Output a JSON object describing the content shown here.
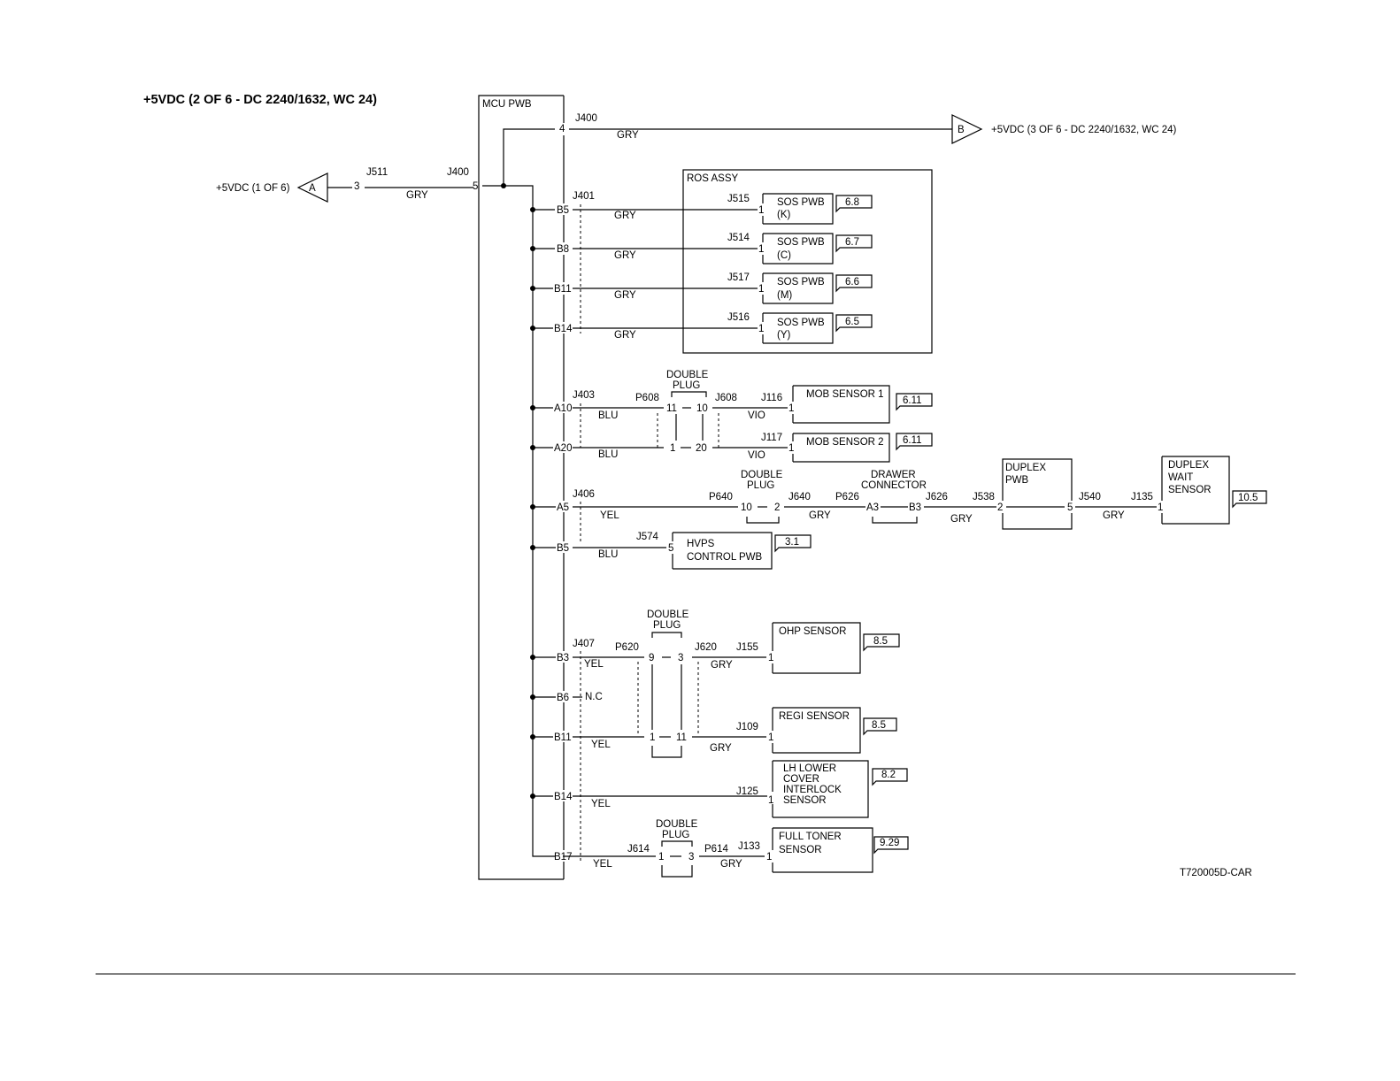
{
  "title": "+5VDC (2 OF 6 - DC 2240/1632, WC 24)",
  "figure_id": "T720005D-CAR",
  "offpage": {
    "in": {
      "letter": "A",
      "label": "+5VDC (1 OF 6)"
    },
    "out": {
      "letter": "B",
      "label": "+5VDC (3 OF 6 - DC 2240/1632, WC 24)"
    }
  },
  "mcu": {
    "label": "MCU PWB",
    "j400": "J400",
    "j400_pin4": "4",
    "j400_pin5": "5",
    "j401": "J401",
    "j403": "J403",
    "j406": "J406",
    "j407": "J407",
    "pins": {
      "b5a": "B5",
      "b8": "B8",
      "b11a": "B11",
      "b14a": "B14",
      "a10": "A10",
      "a20": "A20",
      "a5": "A5",
      "b5b": "B5",
      "b3": "B3",
      "b6": "B6",
      "b11b": "B11",
      "b14b": "B14",
      "b17": "B17"
    }
  },
  "input": {
    "pin": "3",
    "connector": "J511",
    "wire": "GRY"
  },
  "wires": {
    "gry": "GRY",
    "blu": "BLU",
    "vio": "VIO",
    "yel": "YEL",
    "nc": "N.C"
  },
  "ros": {
    "label": "ROS ASSY",
    "sos": [
      {
        "conn": "J515",
        "pin": "1",
        "name": "SOS PWB",
        "sub": "(K)",
        "ref": "6.8"
      },
      {
        "conn": "J514",
        "pin": "1",
        "name": "SOS PWB",
        "sub": "(C)",
        "ref": "6.7"
      },
      {
        "conn": "J517",
        "pin": "1",
        "name": "SOS PWB",
        "sub": "(M)",
        "ref": "6.6"
      },
      {
        "conn": "J516",
        "pin": "1",
        "name": "SOS PWB",
        "sub": "(Y)",
        "ref": "6.5"
      }
    ]
  },
  "double_plug": {
    "line1": "DOUBLE",
    "line2": "PLUG"
  },
  "drawer_connector": {
    "line1": "DRAWER",
    "line2": "CONNECTOR"
  },
  "mob": {
    "p608": "P608",
    "j608": "J608",
    "pin11": "11",
    "pin10": "10",
    "pin1": "1",
    "pin20": "20",
    "s1": {
      "conn": "J116",
      "pin": "1",
      "name": "MOB SENSOR 1",
      "ref": "6.11"
    },
    "s2": {
      "conn": "J117",
      "pin": "1",
      "name": "MOB SENSOR 2",
      "ref": "6.11"
    }
  },
  "duplex": {
    "p640": "P640",
    "pin10": "10",
    "pin2": "2",
    "j640": "J640",
    "p626": "P626",
    "a3": "A3",
    "b3": "B3",
    "j626": "J626",
    "j538": "J538",
    "pwb_in_pin": "2",
    "pwb_line1": "DUPLEX",
    "pwb_line2": "PWB",
    "pwb_out_pin": "5",
    "j540": "J540",
    "j135": "J135",
    "sensor_pin": "1",
    "sensor_line1": "DUPLEX",
    "sensor_line2": "WAIT",
    "sensor_line3": "SENSOR",
    "ref": "10.5"
  },
  "hvps": {
    "conn": "J574",
    "pin": "5",
    "line1": "HVPS",
    "line2": "CONTROL PWB",
    "ref": "3.1"
  },
  "ohp_regi": {
    "p620": "P620",
    "j620": "J620",
    "pin9": "9",
    "pin3": "3",
    "pin1": "1",
    "pin11": "11",
    "ohp": {
      "conn": "J155",
      "pin": "1",
      "name": "OHP SENSOR",
      "ref": "8.5"
    },
    "regi": {
      "conn": "J109",
      "pin": "1",
      "name": "REGI SENSOR",
      "ref": "8.5"
    }
  },
  "lh": {
    "conn": "J125",
    "pin": "1",
    "lines": [
      "LH LOWER",
      "COVER",
      "INTERLOCK",
      "SENSOR"
    ],
    "ref": "8.2"
  },
  "toner": {
    "j614": "J614",
    "pin1": "1",
    "pin3": "3",
    "p614": "P614",
    "conn": "J133",
    "pin": "1",
    "line1": "FULL TONER",
    "line2": "SENSOR",
    "ref": "9.29"
  }
}
